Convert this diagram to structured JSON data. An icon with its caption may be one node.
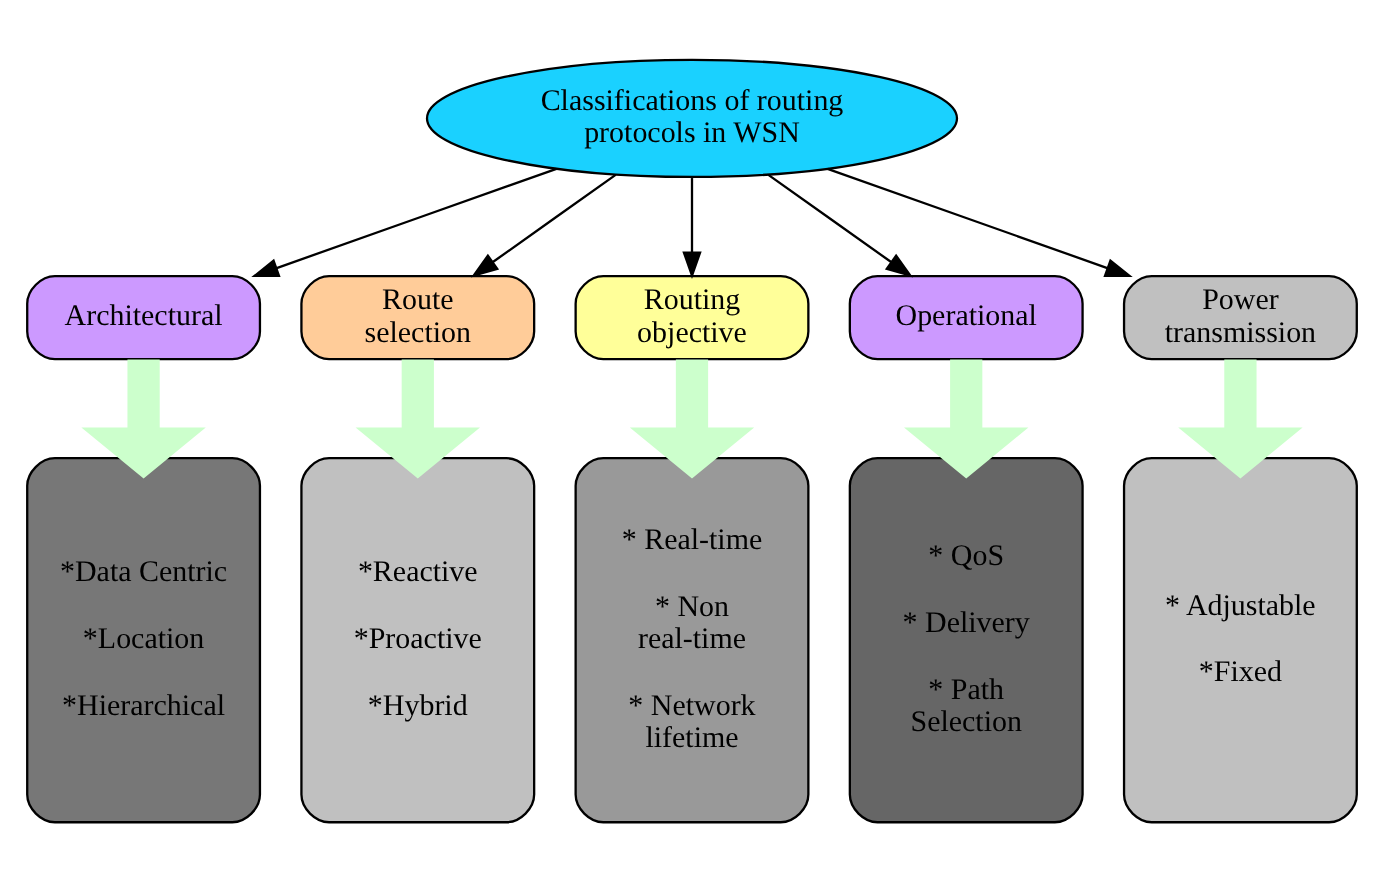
{
  "diagram": {
    "nodes": [
      {
        "text": [
          "Classifications of routing protocols in WSN"
        ]
      },
      {
        "text": [
          "Architectural"
        ]
      },
      {
        "text": [
          "Route selection"
        ]
      },
      {
        "text": [
          "Routing objective"
        ]
      },
      {
        "text": [
          "Operational"
        ]
      },
      {
        "text": [
          "Power transmission"
        ]
      },
      {
        "text": [
          "*Data Centric",
          "*Location",
          "*Hierarchical"
        ]
      },
      {
        "text": [
          "*Reactive",
          "*Proactive",
          "*Hybrid"
        ]
      },
      {
        "text": [
          "* Real-time",
          "* Non real-time",
          "* Network lifetime"
        ]
      },
      {
        "text": [
          "* QoS",
          "* Delivery",
          "* Path Selection"
        ]
      },
      {
        "text": [
          "* Adjustable",
          "*Fixed"
        ]
      }
    ],
    "edges": [
      {
        "from": 0,
        "to": 1,
        "arrow": "to"
      },
      {
        "from": 0,
        "to": 2,
        "arrow": "to"
      },
      {
        "from": 0,
        "to": 3,
        "arrow": "to"
      },
      {
        "from": 0,
        "to": 4,
        "arrow": "to"
      },
      {
        "from": 0,
        "to": 5,
        "arrow": "to"
      },
      {
        "from": 1,
        "to": 6,
        "arrow": "to",
        "style": "thick",
        "color": "#ccffcc"
      },
      {
        "from": 2,
        "to": 7,
        "arrow": "to",
        "style": "thick",
        "color": "#ccffcc"
      },
      {
        "from": 3,
        "to": 8,
        "arrow": "to",
        "style": "thick",
        "color": "#ccffcc"
      },
      {
        "from": 4,
        "to": 9,
        "arrow": "to",
        "style": "thick",
        "color": "#ccffcc"
      },
      {
        "from": 5,
        "to": 10,
        "arrow": "to",
        "style": "thick",
        "color": "#ccffcc"
      }
    ]
  }
}
